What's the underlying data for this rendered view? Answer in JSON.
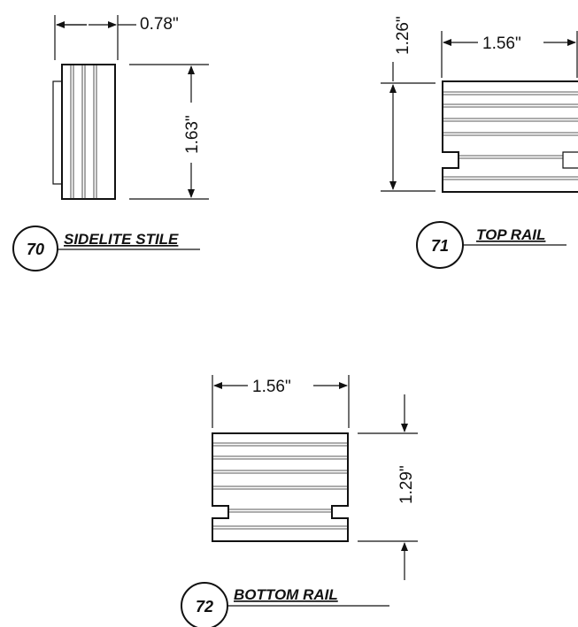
{
  "details": [
    {
      "id": "sidelite-stile",
      "number": "70",
      "title": "SIDELITE STILE",
      "width_label": "0.78\"",
      "height_label": "1.63\""
    },
    {
      "id": "top-rail",
      "number": "71",
      "title": "TOP RAIL",
      "width_label": "1.56\"",
      "height_label": "1.26\""
    },
    {
      "id": "bottom-rail",
      "number": "72",
      "title": "BOTTOM RAIL",
      "width_label": "1.56\"",
      "height_label": "1.29\""
    }
  ]
}
